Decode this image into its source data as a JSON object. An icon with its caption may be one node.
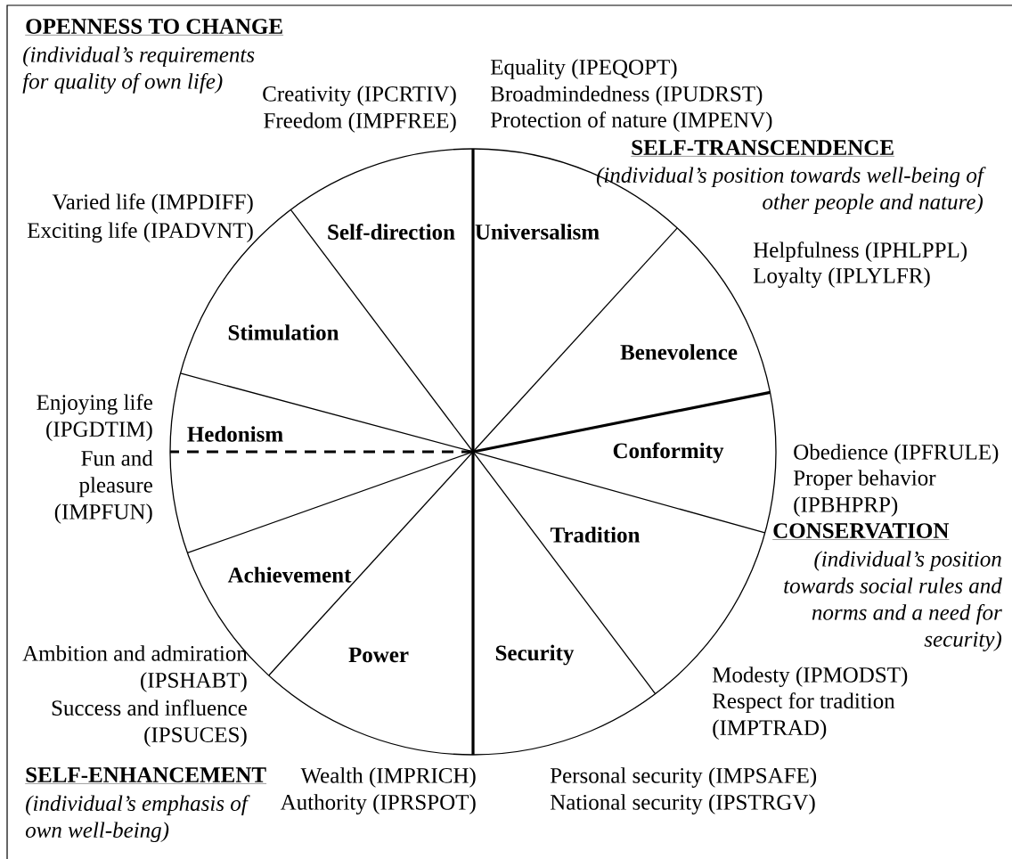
{
  "diagram": {
    "nodes": [
      {
        "text": [],
        "shape": "circle"
      },
      {
        "text": [
          "Self-direction"
        ],
        "in": 0
      },
      {
        "text": [
          "Universalism"
        ],
        "in": 0
      },
      {
        "text": [
          "Stimulation"
        ],
        "in": 0
      },
      {
        "text": [
          "Benevolence"
        ],
        "in": 0
      },
      {
        "text": [
          "Hedonism"
        ],
        "in": 0
      },
      {
        "text": [
          "Conformity"
        ],
        "in": 0
      },
      {
        "text": [
          "Tradition"
        ],
        "in": 0
      },
      {
        "text": [
          "Achievement"
        ],
        "in": 0
      },
      {
        "text": [
          "Power"
        ],
        "in": 0
      },
      {
        "text": [
          "Security"
        ],
        "in": 0
      }
    ],
    "labels": [
      "OPENNESS TO CHANGE",
      "(individual’s requirements for quality of own life)",
      "Creativity (IPCRTIV)",
      "Freedom (IMPFREE)",
      "Equality (IPEQOPT)",
      "Broadmindedness (IPUDRST)",
      "Protection of nature (IMPENV)",
      "SELF-TRANSCENDENCE",
      "(individual’s position towards well-being of other people and nature)",
      "Varied life (IMPDIFF)",
      "Exciting life (IPADVNT)",
      "Helpfulness (IPHLPPL)",
      "Loyalty (IPLYLFR)",
      "Enjoying life (IPGDTIM)",
      "Fun and pleasure (IMPFUN)",
      "Obedience (IPFRULE)",
      "Proper behavior (IPBHPRP)",
      "CONSERVATION",
      "(individual’s position towards social rules and norms and a need for security)",
      "Ambition and admiration (IPSHABT)",
      "Success and influence (IPSUCES)",
      "Modesty (IPMODST)",
      "Respect for tradition (IMPTRAD)",
      "SELF-ENHANCEMENT",
      "(individual’s emphasis of own well-being)",
      "Wealth (IMPRICH)",
      "Authority (IPRSPOT)",
      "Personal security (IMPSAFE)",
      "National security (IPSTRGV)"
    ]
  }
}
